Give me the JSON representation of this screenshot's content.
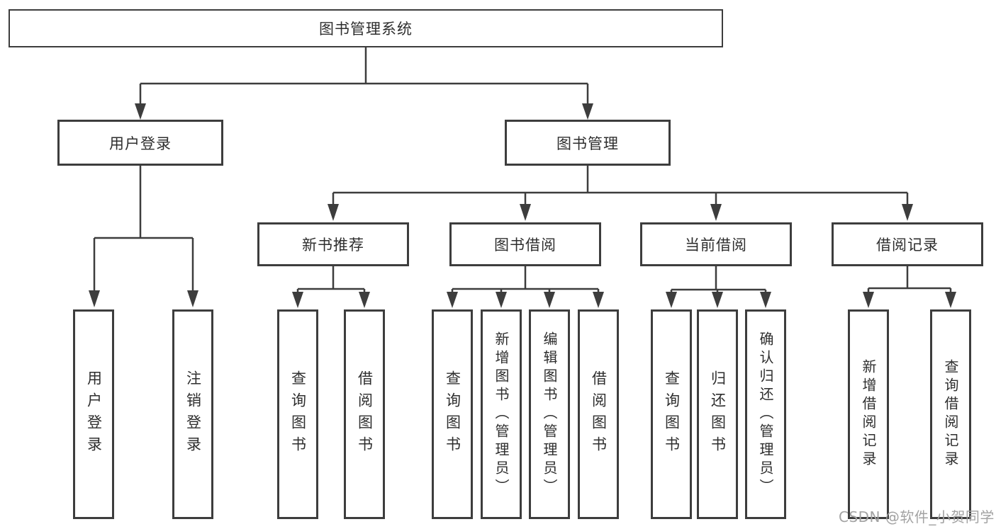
{
  "tree": {
    "root": {
      "label": "图书管理系统"
    },
    "branches": [
      {
        "label": "用户登录",
        "children": [
          {
            "label": "用户登录"
          },
          {
            "label": "注销登录"
          }
        ]
      },
      {
        "label": "图书管理",
        "children": [
          {
            "label": "新书推荐",
            "children": [
              {
                "label": "查询图书"
              },
              {
                "label": "借阅图书"
              }
            ]
          },
          {
            "label": "图书借阅",
            "children": [
              {
                "label": "查询图书"
              },
              {
                "label": "新增图书（管理员）"
              },
              {
                "label": "编辑图书（管理员）"
              },
              {
                "label": "借阅图书"
              }
            ]
          },
          {
            "label": "当前借阅",
            "children": [
              {
                "label": "查询图书"
              },
              {
                "label": "归还图书"
              },
              {
                "label": "确认归还（管理员）"
              }
            ]
          },
          {
            "label": "借阅记录",
            "children": [
              {
                "label": "新增借阅记录"
              },
              {
                "label": "查询借阅记录"
              }
            ]
          }
        ]
      }
    ]
  },
  "watermark": {
    "text": "CSDN @软件_小贺同学"
  },
  "colors": {
    "line": "#3d3d3d",
    "border": "#3d3d3d",
    "text": "#2e2e2e",
    "watermark": "#a3a3a3",
    "background": "#ffffff"
  }
}
